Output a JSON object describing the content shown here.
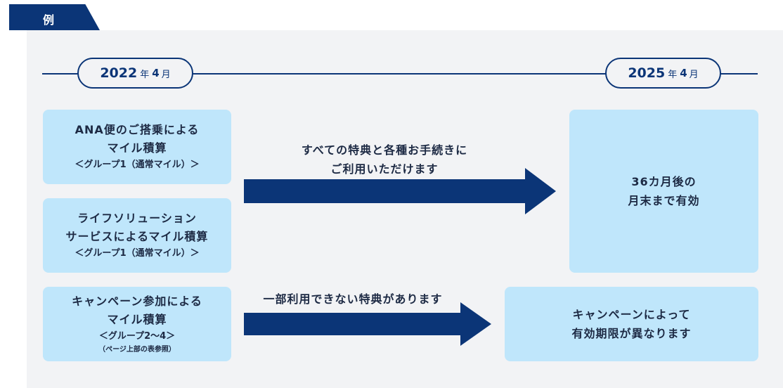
{
  "tab": {
    "label": "例"
  },
  "timeline": {
    "start": {
      "year": "2022",
      "year_unit": "年",
      "month": "4",
      "month_unit": "月"
    },
    "end": {
      "year": "2025",
      "year_unit": "年",
      "month": "4",
      "month_unit": "月"
    }
  },
  "left_boxes": [
    {
      "line1": "ANA便のご搭乗による",
      "line2": "マイル積算",
      "line3": "＜グループ1（通常マイル）＞"
    },
    {
      "line1": "ライフソリューション",
      "line2": "サービスによるマイル積算",
      "line3": "＜グループ1（通常マイル）＞"
    },
    {
      "line1": "キャンペーン参加による",
      "line2": "マイル積算",
      "line3": "＜グループ2～4＞",
      "line4": "（ページ上部の表参照）"
    }
  ],
  "arrows": [
    {
      "line1": "すべての特典と各種お手続きに",
      "line2": "ご利用いただけます"
    },
    {
      "line1": "一部利用できない特典があります"
    }
  ],
  "right_boxes": [
    {
      "line1": "36カ月後の",
      "line2": "月末まで有効"
    },
    {
      "line1": "キャンペーンによって",
      "line2": "有効期限が異なります"
    }
  ],
  "colors": {
    "navy": "#0b3577",
    "box": "#bfe6fb",
    "panel": "#f2f3f5"
  }
}
